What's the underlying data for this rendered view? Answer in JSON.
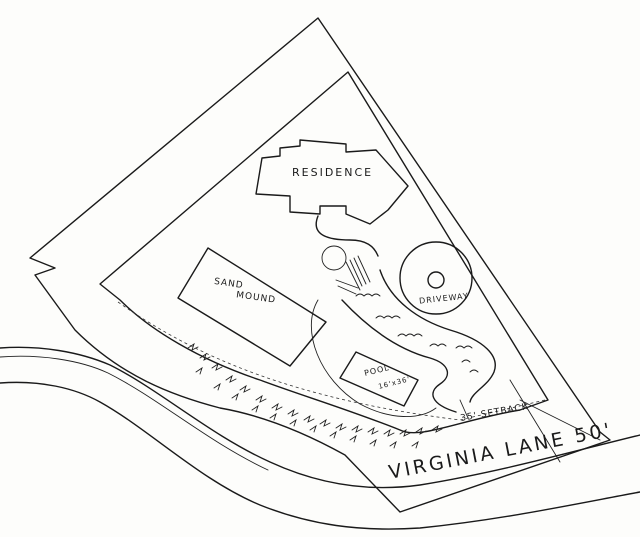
{
  "labels": {
    "residence": "RESIDENCE",
    "sand_mound_1": "SAND",
    "sand_mound_2": "MOUND",
    "driveway": "DRIVEWAY",
    "pool_1": "POOL",
    "pool_2": "16'x36'",
    "setback": "35' SETBACK",
    "road": "VIRGINIA LANE 50'"
  },
  "colors": {
    "ink": "#1a1a1a",
    "paper": "#fdfdfb"
  }
}
